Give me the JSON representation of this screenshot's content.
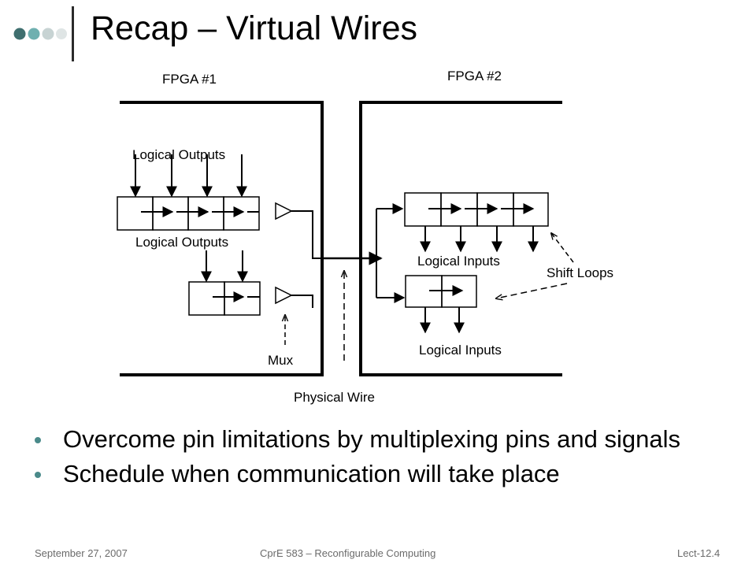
{
  "slide": {
    "title": "Recap – Virtual Wires",
    "accent_colors": {
      "dot_dark": "#3f6f6f",
      "dot_mid": "#6fb0b0",
      "dot_light": "#c7d3d3"
    }
  },
  "diagram": {
    "fpga1_label": "FPGA #1",
    "fpga2_label": "FPGA #2",
    "logical_outputs_top": "Logical Outputs",
    "logical_outputs_bottom": "Logical Outputs",
    "logical_inputs_top": "Logical Inputs",
    "logical_inputs_bottom": "Logical Inputs",
    "shift_loops": "Shift Loops",
    "mux": "Mux",
    "physical_wire": "Physical Wire"
  },
  "bullets": [
    {
      "text": "Overcome pin limitations by multiplexing pins and signals"
    },
    {
      "text": "Schedule when communication will take place"
    }
  ],
  "footer": {
    "date": "September 27, 2007",
    "course": "CprE 583 – Reconfigurable Computing",
    "lecture": "Lect-12.4"
  }
}
